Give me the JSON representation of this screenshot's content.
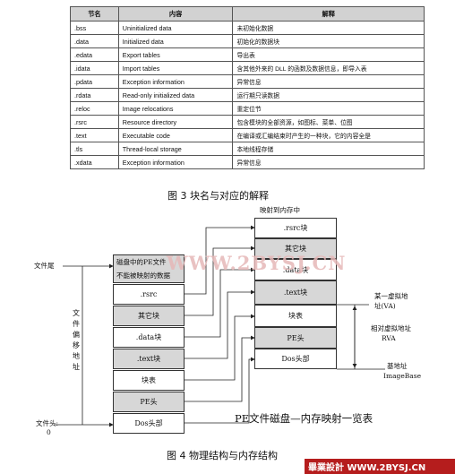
{
  "table": {
    "headers": [
      "节名",
      "内容",
      "解释"
    ],
    "rows": [
      [
        ".bss",
        "Uninitialized data",
        "未初始化数据"
      ],
      [
        ".data",
        "Initialized data",
        "初始化的数据块"
      ],
      [
        ".edata",
        "Export tables",
        "导出表"
      ],
      [
        ".idata",
        "Import tables",
        "含其他外来的 DLL 的函数及数据信息，即导入表"
      ],
      [
        ".pdata",
        "Exception information",
        "异常信息"
      ],
      [
        ".rdata",
        "Read-only initialized data",
        "运行期只读数据"
      ],
      [
        ".reloc",
        "Image relocations",
        "重定位节"
      ],
      [
        ".rsrc",
        "Resource directory",
        "包含模块的全部资源，如图标、菜单、位图"
      ],
      [
        ".text",
        "Executable code",
        "在编译或汇编结束时产生的一种块，它的内容全是"
      ],
      [
        ".tls",
        "Thread-local storage",
        "本地线程存储"
      ],
      [
        ".xdata",
        "Exception information",
        "异常信息"
      ]
    ],
    "caption": "图 3  块名与对应的解释"
  },
  "diagram": {
    "disk_header": "磁盘中的PE文件",
    "disk_unmapped": "不能被映射的数据",
    "disk_blocks": [
      ".rsrc",
      "其它块",
      ".data块",
      ".text块",
      "块表",
      "PE头",
      "Dos头部"
    ],
    "mem_header": "映射到内存中",
    "mem_blocks": [
      ".rsrc块",
      "其它块",
      ".data块",
      ".text块",
      "块表",
      "PE头",
      "Dos头部"
    ],
    "file_tail": "文件尾",
    "file_head": "文件头:",
    "file_head_zero": "0",
    "file_offset": "文件偏移地址",
    "va_label_1": "某一虚拟地",
    "va_label_2": "址(VA)",
    "rva_label_1": "相对虚拟地址",
    "rva_label_2": "RVA",
    "base_label_1": "基地址",
    "base_label_2": "ImageBase",
    "title": "PE文件磁盘—内存映射一览表",
    "watermark": "WWW.2BYSJ.CN",
    "caption": "图 4  物理结构与内存结构"
  },
  "logo": "畢業設計 WWW.2BYSJ.CN"
}
